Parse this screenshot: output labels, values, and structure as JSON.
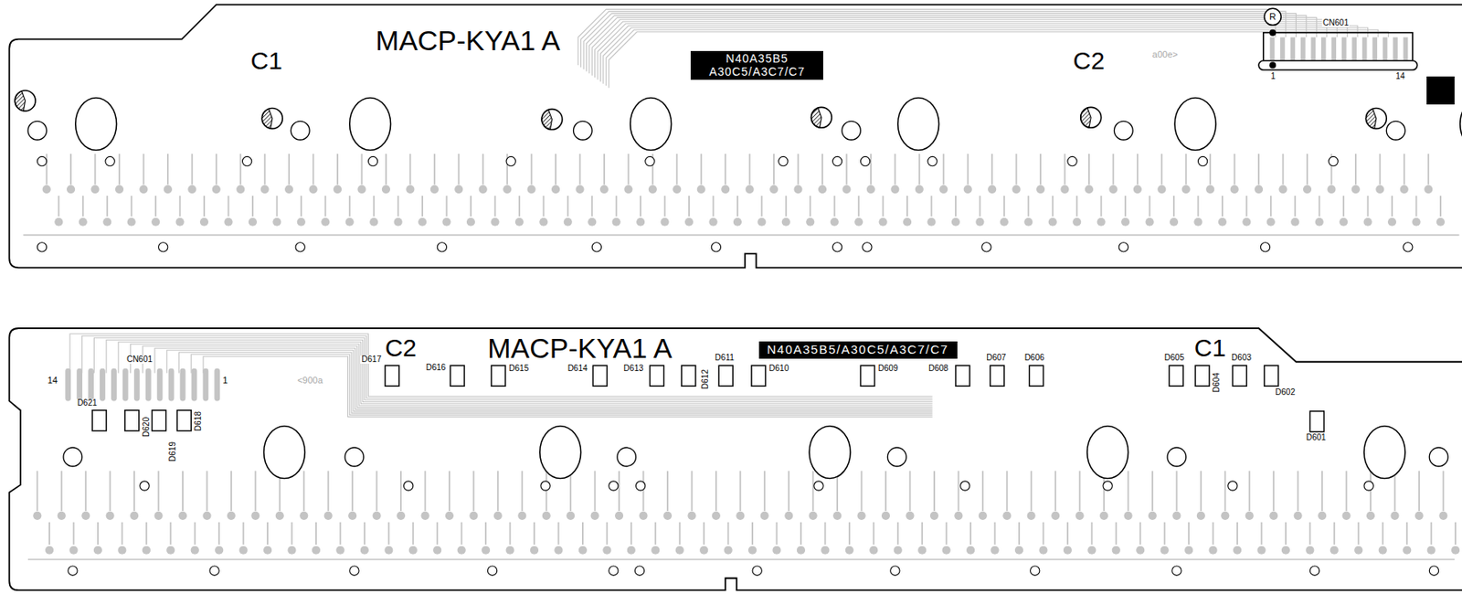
{
  "diagram": {
    "nodes": [
      {
        "text": [
          "N40A35B5 A30C5/A3C7/C7"
        ]
      },
      {
        "text": [
          "N40A35B5/A30C5/A3C7/C7"
        ]
      }
    ],
    "labels": [
      "MACP-KYA1 A",
      "C1",
      "C2",
      "CN601",
      "1",
      "14",
      "a00e>",
      "CN601",
      "14",
      "1",
      "<900a",
      "C2",
      "MACP-KYA1 A",
      "C1",
      "D621",
      "D620",
      "D619",
      "D618",
      "D617",
      "D616",
      "D615",
      "D614",
      "D613",
      "D612",
      "D611",
      "D610",
      "D609",
      "D608",
      "D607",
      "D606",
      "D605",
      "D604",
      "D603",
      "D602",
      "D601",
      "R"
    ]
  }
}
